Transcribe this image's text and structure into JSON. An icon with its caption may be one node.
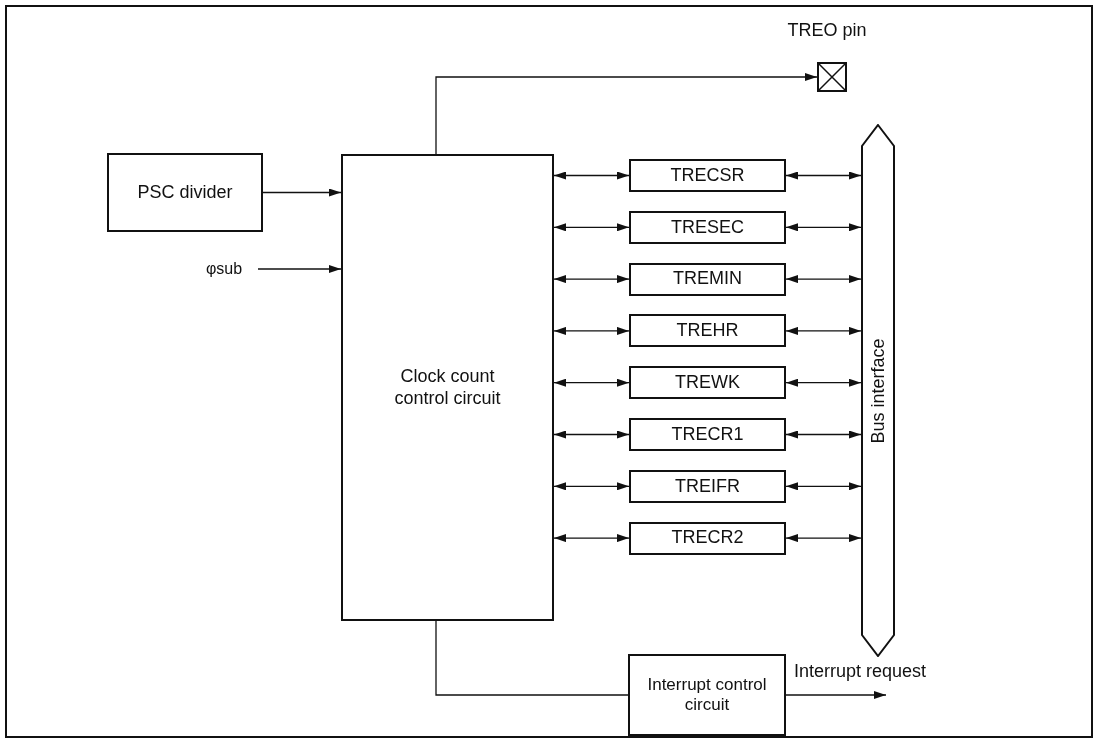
{
  "diagram": {
    "nodes": [
      {
        "text": [
          "PSC divider"
        ]
      },
      {
        "text": [
          "φsub"
        ]
      },
      {
        "text": [
          "Clock count control circuit"
        ]
      },
      {
        "text": [
          "TREO pin"
        ]
      },
      {
        "text": [
          "TRECSR"
        ]
      },
      {
        "text": [
          "TRESEC"
        ]
      },
      {
        "text": [
          "TREMIN"
        ]
      },
      {
        "text": [
          "TREHR"
        ]
      },
      {
        "text": [
          "TREWK"
        ]
      },
      {
        "text": [
          "TRECR1"
        ]
      },
      {
        "text": [
          "TREIFR"
        ]
      },
      {
        "text": [
          "TRECR2"
        ]
      },
      {
        "text": [
          "Bus interface"
        ]
      },
      {
        "text": [
          "Interrupt control circuit"
        ]
      }
    ],
    "edges": [
      {
        "from": 0,
        "to": 2,
        "arrow": "to"
      },
      {
        "from": 1,
        "to": 2,
        "arrow": "to"
      },
      {
        "from": 2,
        "to": 3,
        "arrow": "to"
      },
      {
        "from": 2,
        "to": 4,
        "arrow": "both"
      },
      {
        "from": 2,
        "to": 5,
        "arrow": "both"
      },
      {
        "from": 2,
        "to": 6,
        "arrow": "both"
      },
      {
        "from": 2,
        "to": 7,
        "arrow": "both"
      },
      {
        "from": 2,
        "to": 8,
        "arrow": "both"
      },
      {
        "from": 2,
        "to": 9,
        "arrow": "both"
      },
      {
        "from": 2,
        "to": 10,
        "arrow": "both"
      },
      {
        "from": 2,
        "to": 11,
        "arrow": "both"
      },
      {
        "from": 4,
        "to": 12,
        "arrow": "both"
      },
      {
        "from": 5,
        "to": 12,
        "arrow": "both"
      },
      {
        "from": 6,
        "to": 12,
        "arrow": "both"
      },
      {
        "from": 7,
        "to": 12,
        "arrow": "both"
      },
      {
        "from": 8,
        "to": 12,
        "arrow": "both"
      },
      {
        "from": 9,
        "to": 12,
        "arrow": "both"
      },
      {
        "from": 10,
        "to": 12,
        "arrow": "both"
      },
      {
        "from": 11,
        "to": 12,
        "arrow": "both"
      },
      {
        "from": 2,
        "to": 13,
        "arrow": "none"
      },
      {
        "from": 13,
        "to": null,
        "arrow": "to",
        "label": "Interrupt request"
      }
    ]
  }
}
